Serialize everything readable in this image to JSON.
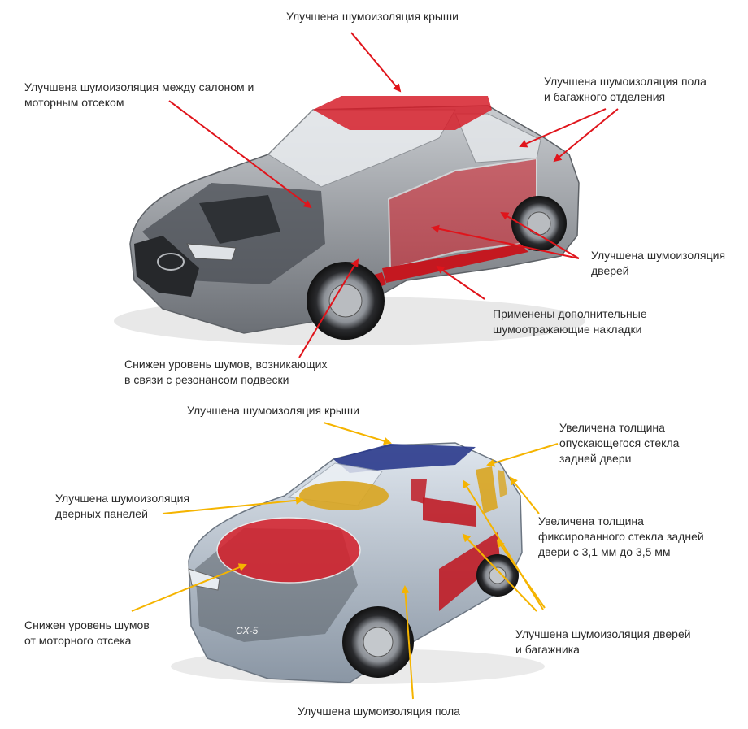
{
  "sedan": {
    "labels": {
      "roof": "Улучшена шумоизоляция крыши",
      "engine_cabin": "Улучшена шумоизоляция между салоном и\nмоторным отсеком",
      "floor_trunk": "Улучшена шумоизоляция пола\nи багажного  отделения",
      "doors": "Улучшена шумоизоляция\nдверей",
      "extra_pads": "Применены дополнительные\nшумоотражающие накладки",
      "suspension": "Снижен уровень шумов, возникающих\n в связи с резонансом подвески"
    }
  },
  "suv": {
    "badge": "CX-5",
    "labels": {
      "roof": "Улучшена шумоизоляция крыши",
      "door_panels": "Улучшена шумоизоляция\nдверных панелей",
      "engine_bay": "Снижен уровень шумов\nот моторного отсека",
      "floor": "Улучшена шумоизоляция пола",
      "drop_glass": "Увеличена толщина\nопускающегося стекла\nзадней двери",
      "fixed_glass": "Увеличена толщина\nфиксированного стекла задней\nдвери с 3,1 мм до 3,5 мм",
      "doors_trunk": "Улучшена шумоизоляция дверей\nи багажника"
    }
  },
  "colors": {
    "sedan_arrow": "#e0141b",
    "suv_arrow": "#f5b400",
    "red_zone": "#d61f2a",
    "yellow_zone": "#d9a520",
    "roof_blue": "#2a3a8c",
    "text": "#2b2b2b"
  }
}
